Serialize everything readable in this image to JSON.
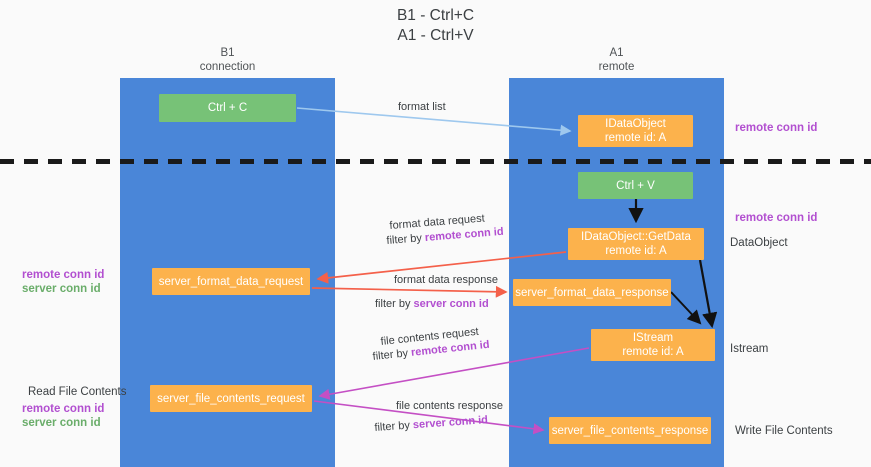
{
  "title": {
    "line1": "B1 - Ctrl+C",
    "line2": "A1 - Ctrl+V"
  },
  "lanes": [
    {
      "id": "b1",
      "name": "B1",
      "role": "connection"
    },
    {
      "id": "a1",
      "name": "A1",
      "role": "remote"
    }
  ],
  "boxes": {
    "ctrl_c": {
      "label": "Ctrl + C",
      "color": "#77c277"
    },
    "idataobject": {
      "label": "IDataObject",
      "sub": "remote id: A",
      "color": "#fcb24c"
    },
    "ctrl_v": {
      "label": "Ctrl + V",
      "color": "#77c277"
    },
    "getdata": {
      "label": "IDataObject::GetData",
      "sub": "remote id: A",
      "color": "#fcb24c"
    },
    "server_format_data_request": {
      "label": "server_format_data_request",
      "color": "#fcb24c"
    },
    "server_format_data_response": {
      "label": "server_format_data_response",
      "color": "#fcb24c"
    },
    "istream": {
      "label": "IStream",
      "sub": "remote id: A",
      "color": "#fcb24c"
    },
    "server_file_contents_request": {
      "label": "server_file_contents_request",
      "color": "#fcb24c"
    },
    "server_file_contents_response": {
      "label": "server_file_contents_response",
      "color": "#fcb24c"
    }
  },
  "edges": {
    "format_list": "format list",
    "format_data_request": "format data request",
    "format_data_request_filter_prefix": "filter by ",
    "format_data_request_filter_key": "remote conn id",
    "format_data_response": "format data response",
    "format_data_response_filter_prefix": "filter by ",
    "format_data_response_filter_key": "server conn id",
    "file_contents_request": "file contents request",
    "file_contents_request_filter_prefix": "filter by ",
    "file_contents_request_filter_key": "remote conn id",
    "file_contents_response": "file contents response",
    "file_contents_response_filter_prefix": "filter by ",
    "file_contents_response_filter_key": "server conn id"
  },
  "annotations": {
    "remote_conn_id_top": "remote conn id",
    "remote_conn_id_mid": "remote conn id",
    "dataobject": "DataObject",
    "istream": "Istream",
    "write_file_contents": "Write File Contents",
    "read_file_contents": "Read File Contents",
    "left_mid_remote": "remote conn id",
    "left_mid_server": "server conn id",
    "left_bottom_remote": "remote conn id",
    "left_bottom_server": "server conn id"
  },
  "colors": {
    "lane": "#4a86d8",
    "green_box": "#77c277",
    "orange_box": "#fcb24c",
    "purple_text": "#b24fd0",
    "green_text": "#6aad6a",
    "arrow_blue": "#9ec8ee",
    "arrow_red": "#f4604a",
    "arrow_magenta": "#c44fc4",
    "arrow_black": "#111111",
    "divider": "#1a1a1a",
    "background": "#fafafa"
  }
}
